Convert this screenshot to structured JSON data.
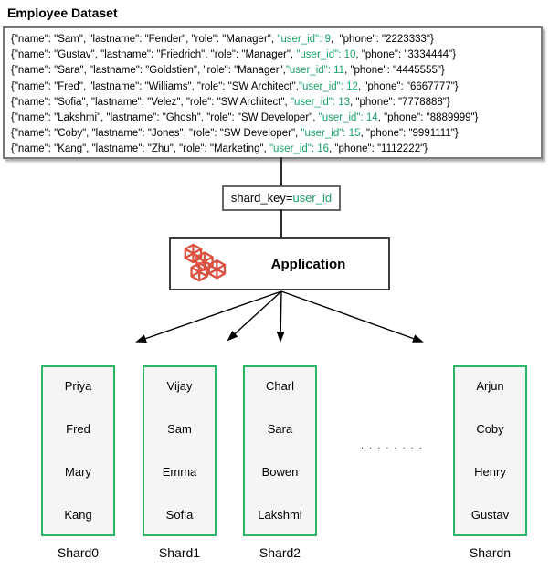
{
  "title": "Employee Dataset",
  "colors": {
    "key_green": "#17a366",
    "shard_border_green": "#2bb566",
    "icon_red": "#dd5140"
  },
  "dataset_box": {
    "lines": [
      {
        "pre": "{\"name\": \"Sam\", \"lastname\": \"Fender\", \"role\": \"Manager\", ",
        "key": "\"user_id\": 9",
        "post": ",  \"phone\": \"2223333\"}"
      },
      {
        "pre": "{\"name\": \"Gustav\", \"lastname\": \"Friedrich\", \"role\": \"Manager\", ",
        "key": "\"user_id\": 10",
        "post": ", \"phone\": \"3334444\"}"
      },
      {
        "pre": "{\"name\": \"Sara\", \"lastname\": \"Goldstien\", \"role\": \"Manager\",",
        "key": "\"user_id\": 11",
        "post": ", \"phone\": \"4445555\"}"
      },
      {
        "pre": "{\"name\": \"Fred\", \"lastname\": \"Williams\", \"role\": \"SW Architect\",",
        "key": "\"user_id\": 12",
        "post": ", \"phone\": \"6667777\"}"
      },
      {
        "pre": "{\"name\": \"Sofia\", \"lastname\": \"Velez\", \"role\": \"SW Architect\", ",
        "key": "\"user_id\": 13",
        "post": ", \"phone\": \"7778888\"}"
      },
      {
        "pre": "{\"name\": \"Lakshmi\", \"lastname\": \"Ghosh\", \"role\": \"SW Developer\", ",
        "key": "\"user_id\": 14",
        "post": ", \"phone\": \"8889999\"}"
      },
      {
        "pre": "{\"name\": \"Coby\", \"lastname\": \"Jones\", \"role\": \"SW Developer\", ",
        "key": "\"user_id\": 15",
        "post": ", \"phone\": \"9991111\"}"
      },
      {
        "pre": "{\"name\": \"Kang\", \"lastname\": \"Zhu\", \"role\": \"Marketing\", ",
        "key": "\"user_id\": 16",
        "post": ", \"phone\": \"1112222\"}"
      }
    ]
  },
  "shard_key_box": {
    "pre": "shard_key=",
    "key": "user_id"
  },
  "application_box": {
    "label": "Application",
    "icon": "red-wireframe-cubes-icon"
  },
  "shards": [
    {
      "label": "Shard0",
      "members": [
        "Priya",
        "Fred",
        "Mary",
        "Kang"
      ]
    },
    {
      "label": "Shard1",
      "members": [
        "Vijay",
        "Sam",
        "Emma",
        "Sofia"
      ]
    },
    {
      "label": "Shard2",
      "members": [
        "Charl",
        "Sara",
        "Bowen",
        "Lakshmi"
      ]
    },
    {
      "label": "Shardn",
      "members": [
        "Arjun",
        "Coby",
        "Henry",
        "Gustav"
      ]
    }
  ],
  "ellipsis": ". . . . . . . ."
}
